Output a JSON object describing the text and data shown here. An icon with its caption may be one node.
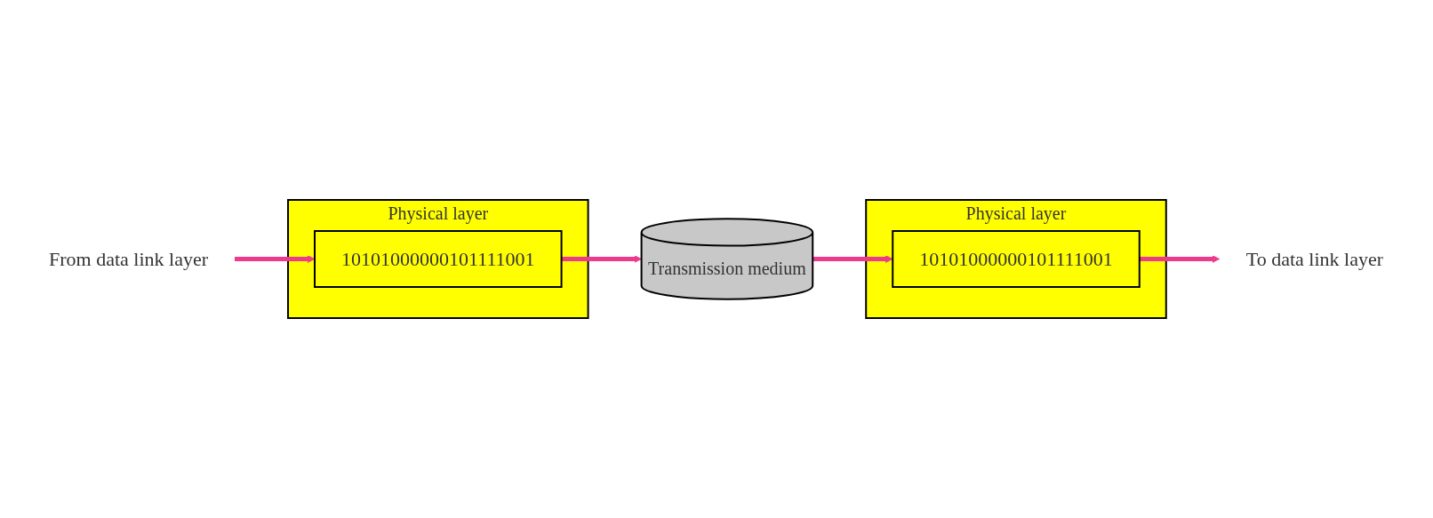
{
  "diagram": {
    "nodes": [
      {
        "text": [
          "From data link layer"
        ]
      },
      {
        "text": [
          "Physical layer"
        ]
      },
      {
        "text": [
          "10101000000101111001"
        ],
        "in": 1
      },
      {
        "text": [
          "Transmission medium"
        ]
      },
      {
        "text": [
          "Physical layer"
        ]
      },
      {
        "text": [
          "10101000000101111001"
        ],
        "in": 4
      },
      {
        "text": [
          "To data link layer"
        ]
      }
    ],
    "edges": [
      {
        "from": 0,
        "to": 2,
        "arrow": "to"
      },
      {
        "from": 2,
        "to": 3,
        "arrow": "to"
      },
      {
        "from": 3,
        "to": 5,
        "arrow": "to"
      },
      {
        "from": 5,
        "to": 6,
        "arrow": "to"
      }
    ]
  }
}
